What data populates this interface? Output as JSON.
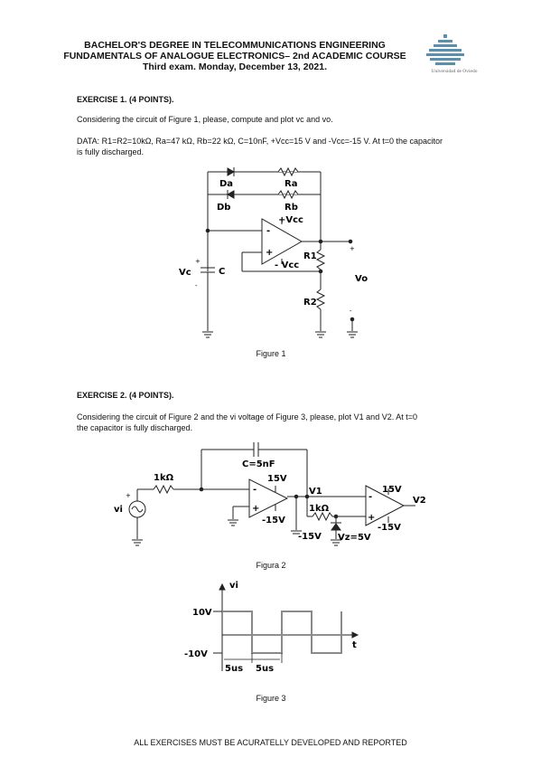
{
  "header": {
    "line1": "BACHELOR'S DEGREE IN TELECOMMUNICATIONS ENGINEERING",
    "line2": "FUNDAMENTALS OF ANALOGUE ELECTRONICS– 2nd ACADEMIC COURSE",
    "line3": "Third exam. Monday, December 13, 2021.",
    "university": "Universidad de Oviedo"
  },
  "exercise1": {
    "title": "EXERCISE 1. (4 POINTS).",
    "question": "Considering the circuit of Figure 1, please, compute and plot vc and vo.",
    "data": "DATA: R1=R2=10kΩ, Ra=47 kΩ, Rb=22 kΩ, C=10nF, +Vcc=15 V and -Vcc=-15 V. At t=0 the capacitor",
    "data2": "is fully discharged.",
    "figure_caption": "Figure 1",
    "labels": {
      "da": "Da",
      "ra": "Ra",
      "db": "Db",
      "rb": "Rb",
      "vcc_pos": "+Vcc",
      "vcc_neg": "- Vcc",
      "r1": "R1",
      "r2": "R2",
      "c": "C",
      "vc": "Vc",
      "vo": "Vo",
      "plus": "+",
      "minus": "-"
    }
  },
  "exercise2": {
    "title": "EXERCISE 2. (4 POINTS).",
    "question": "Considering the circuit of Figure 2 and the vi voltage of Figure 3, please, plot V1 and V2. At t=0",
    "question2": "the capacitor is fully discharged.",
    "figure2_caption": "Figura 2",
    "figure3_caption": "Figure 3",
    "labels": {
      "c": "C=5nF",
      "r_in": "1kΩ",
      "vs_pos": "15V",
      "vs_neg": "-15V",
      "v1": "V1",
      "r2": "1kΩ",
      "vz": "Vz=5V",
      "neg15": "-15V",
      "comp_pos": "15V",
      "comp_neg": "-15V",
      "v2": "V2",
      "vi": "vi",
      "plus": "+",
      "minus": "-"
    },
    "waveform": {
      "ylabel": "vi",
      "xlabel": "t",
      "high": "10V",
      "low": "-10V",
      "dt1": "5us",
      "dt2": "5us",
      "high_value": 10,
      "low_value": -10,
      "half_period_us": 5
    }
  },
  "footer": "ALL EXERCISES MUST BE ACURATELLY DEVELOPED AND REPORTED"
}
